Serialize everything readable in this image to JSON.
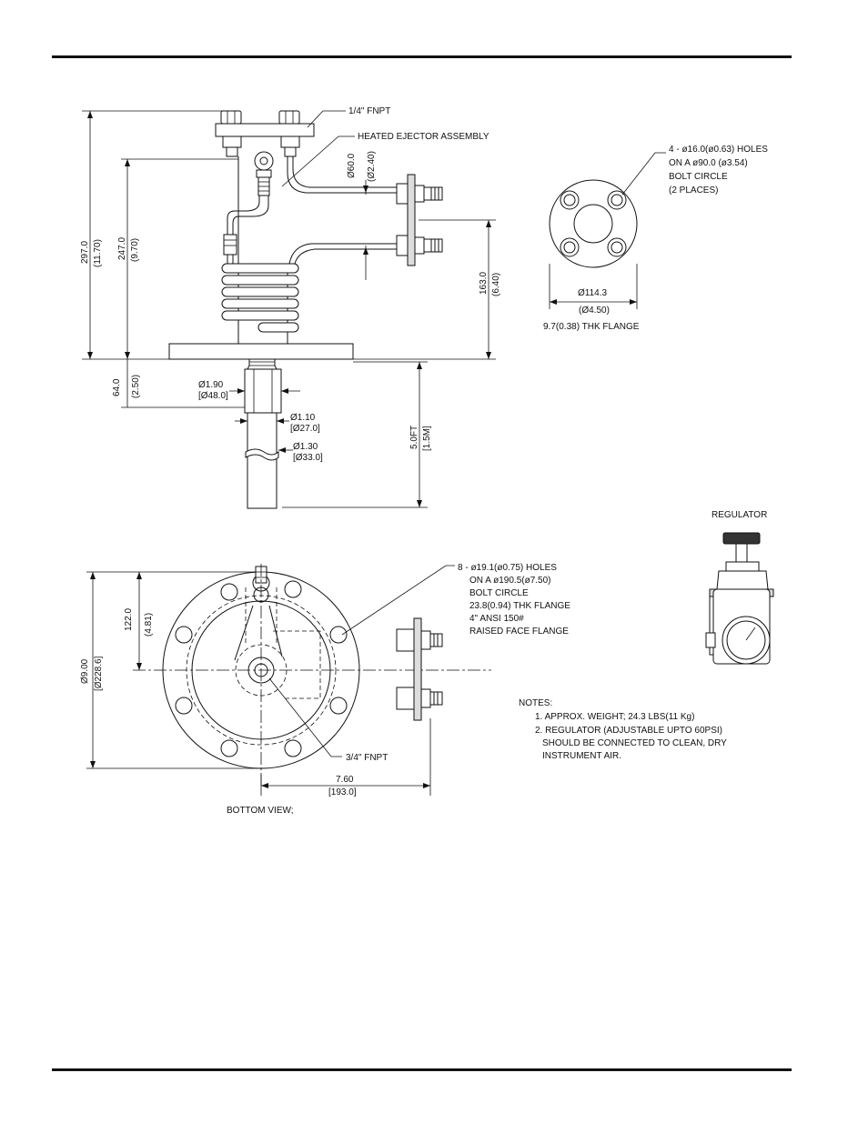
{
  "front_view": {
    "fnpt_top": "1/4\" FNPT",
    "heated_ejector": "HEATED EJECTOR ASSEMBLY",
    "dim_297": "297.0",
    "dim_297_in": "(11.70)",
    "dim_247": "247.0",
    "dim_247_in": "(9.70)",
    "dim_60": "Ø60.0",
    "dim_60_in": "(Ø2.40)",
    "dim_163": "163.0",
    "dim_163_in": "(6.40)",
    "dim_64": "64.0",
    "dim_64_in": "(2.50)",
    "dia_190": "Ø1.90",
    "dia_190_mm": "[Ø48.0]",
    "dia_110": "Ø1.10",
    "dia_110_mm": "[Ø27.0]",
    "dia_130": "Ø1.30",
    "dia_130_mm": "[Ø33.0]",
    "length_ft": "5.0FT",
    "length_m": "[1.5M]"
  },
  "small_flange": {
    "holes_line1": "4 - ø16.0(ø0.63) HOLES",
    "holes_line2": "ON A ø90.0 (ø3.54)",
    "holes_line3": "BOLT CIRCLE",
    "holes_line4": "(2 PLACES)",
    "dia_mm": "Ø114.3",
    "dia_in": "(Ø4.50)",
    "thk": "9.7(0.38) THK FLANGE"
  },
  "regulator": {
    "title": "REGULATOR"
  },
  "bottom_view": {
    "holes_line1": "8 - ø19.1(ø0.75) HOLES",
    "holes_line2": "ON A ø190.5(ø7.50)",
    "holes_line3": "BOLT CIRCLE",
    "holes_line4": "23.8(0.94) THK FLANGE",
    "holes_line5": "4\" ANSI 150#",
    "holes_line6": "RAISED FACE FLANGE",
    "dim_122": "122.0",
    "dim_122_in": "(4.81)",
    "dim_900": "Ø9.00",
    "dim_900_mm": "[Ø228.6]",
    "fnpt": "3/4\" FNPT",
    "dim_760": "7.60",
    "dim_760_mm": "[193.0]",
    "caption": "BOTTOM VIEW;"
  },
  "notes": {
    "title": "NOTES:",
    "line1": "1. APPROX. WEIGHT; 24.3 LBS(11 Kg)",
    "line2": "2. REGULATOR (ADJUSTABLE UPTO 60PSI)",
    "line3": "SHOULD BE CONNECTED TO CLEAN, DRY",
    "line4": "INSTRUMENT AIR."
  }
}
